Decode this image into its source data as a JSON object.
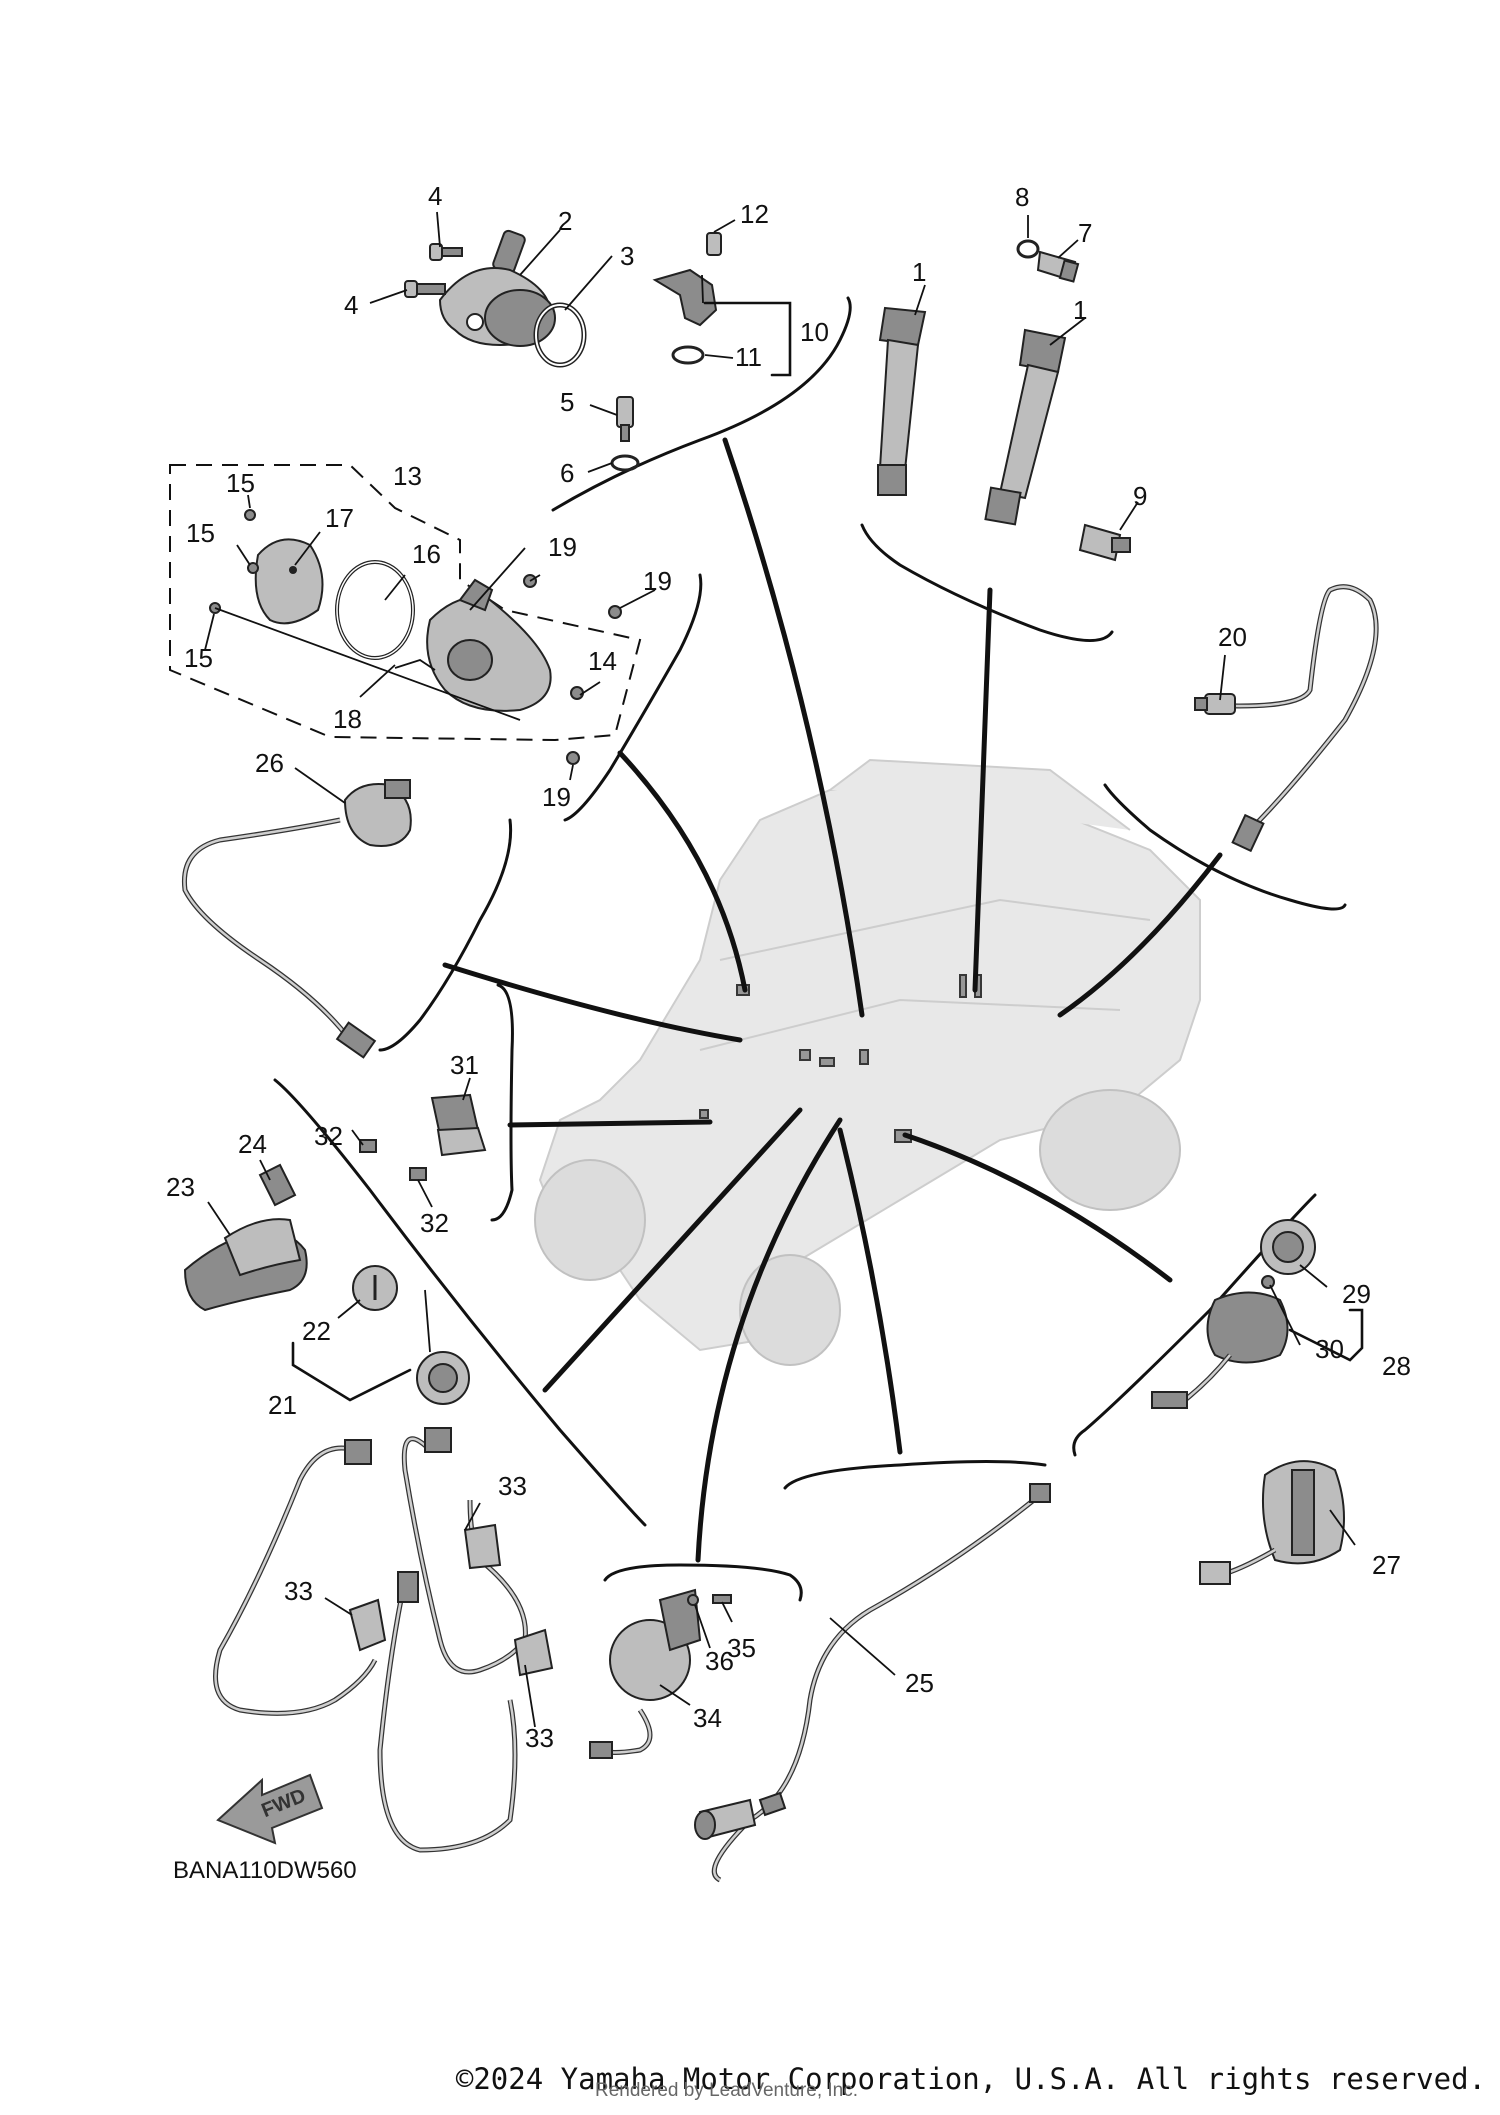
{
  "callouts": {
    "c1a": "1",
    "c1b": "1",
    "c2": "2",
    "c3": "3",
    "c4a": "4",
    "c4b": "4",
    "c5": "5",
    "c6": "6",
    "c7": "7",
    "c8": "8",
    "c9": "9",
    "c10": "10",
    "c11": "11",
    "c12": "12",
    "c13": "13",
    "c14": "14",
    "c15a": "15",
    "c15b": "15",
    "c15c": "15",
    "c16": "16",
    "c17": "17",
    "c18": "18",
    "c19a": "19",
    "c19b": "19",
    "c19c": "19",
    "c20": "20",
    "c21": "21",
    "c22": "22",
    "c23": "23",
    "c24": "24",
    "c25": "25",
    "c26": "26",
    "c27": "27",
    "c28": "28",
    "c29": "29",
    "c30": "30",
    "c31": "31",
    "c32a": "32",
    "c32b": "32",
    "c33a": "33",
    "c33b": "33",
    "c33c": "33",
    "c34": "34",
    "c35": "35",
    "c36": "36"
  },
  "diagram_code": "BANA110DW560",
  "fwd_label": "FWD",
  "copyright": "©2024 Yamaha Motor Corporation, U.S.A. All rights reserved.",
  "rendered_by": "Rendered by LeadVenture, Inc.",
  "icons": [
    "fwd-arrow-icon"
  ]
}
